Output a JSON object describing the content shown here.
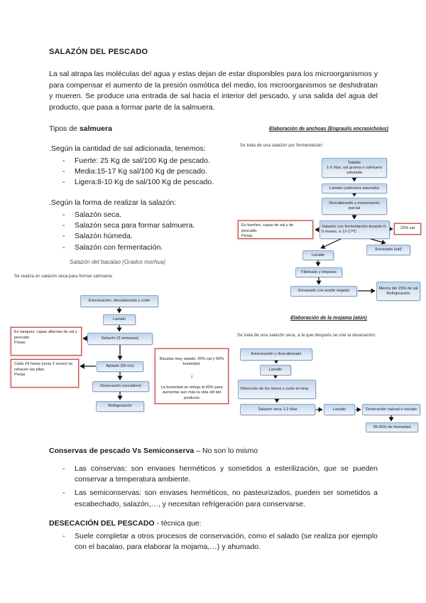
{
  "colors": {
    "flow_box_border": "#8aa8cc",
    "flow_box_fill_top": "#c2d4ea",
    "flow_box_fill_bottom": "#eef3fa",
    "callout_border_red": "#bf4b47",
    "text": "#1c1c1c"
  },
  "doc": {
    "title": "SALAZÓN DEL PESCADO",
    "intro": "La sal atrapa las moléculas del agua y estas dejan de estar disponibles para los microorganismos y para compensar el aumento de la presión osmótica del medio, los microorganismos se deshidratan y mueren. Se produce una entrada de sal hacia el interior del pescado, y una salida del agua del producto, que pasa a formar parte de la salmuera.",
    "tipos_heading_prefix": "Tipos de ",
    "tipos_heading_bold": "salmuera",
    "list_cantidad_intro": ".Según la cantidad de sal adicionada, tenemos:",
    "list_cantidad": [
      "Fuerte: 25 Kg de sal/100 Kg de pescado.",
      "Media:15-17 Kg  sal/100 Kg de pescado.",
      "Ligera:8-10 Kg de sal/100 Kg de pescado."
    ],
    "list_forma_intro": ".Según la forma de realizar la salazón:",
    "list_forma": [
      "Salazón seca.",
      "Salazón seca para formar salmuera.",
      "Salazón húmeda.",
      "Salazón con fermentación."
    ],
    "conservas_heading_bold": "Conservas de pescado Vs Semiconserva",
    "conservas_heading_rest": " – No son lo mismo",
    "conservas_items": [
      "Las conservas: son envases herméticos y sometidos a esterilización, que se pueden conservar a temperatura ambiente.",
      "Las semiconservas: son envases herméticos, no pasteurizados, pueden ser sometidos a escabechado, salazón,…, y necesitan refrigeración para conservarse."
    ],
    "desecacion_heading_bold": "DESECACIÓN DEL PESCADO",
    "desecacion_heading_rest": " - técnica que:",
    "desecacion_items": [
      "Suele completar a otros procesos de conservación, como el salado (se realiza por ejemplo con el bacalao, para elaborar la mojama,…) y ahumado."
    ]
  },
  "diagram_anchoas": {
    "title": "Elaboración de anchoas (Engraulis encrasicholus)",
    "subtitle": "Se trata de una salazón por fermentación:",
    "steps": {
      "salado": "Salado\n1-2 días, sal gruesa o salmuera saturada",
      "lavado1": "Lavado (salmuera saturada)",
      "descabezado": "Descabezado y evisceración parcial",
      "fermentacion": "Salazón con fermentación durante 6-9 meses, a 12-17ºC",
      "lavado2": "Lavado",
      "envasado_sal": "Envasado (sal)",
      "fileteado": "Fileteado y limpieza",
      "envasado_aceite": "Envasado con aceite vegetal",
      "menos_sal": "Menos del 15% de sal\nRefrigeración"
    },
    "callouts": {
      "barriles": "En barriles, capas de sal y de pescado.\nPesas",
      "sal22": "22% sal"
    }
  },
  "diagram_bacalao": {
    "title": "Salazón del bacalao (Grados morhua)",
    "subtitle": "Se realiza en salazón seca para formar salmuera:",
    "steps": {
      "evisceracion": "Evisceración, descabezado y corte",
      "lavado": "Lavado",
      "salazon": "Salazón (3 semanas)",
      "apilado": "Apilado (50 cm)",
      "desecacion": "Desecación (secadero)",
      "refrigeracion": "Refrigeración"
    },
    "callouts": {
      "tanques": "En tanques: capas alternas de sal y pescado.\nPesas",
      "rehacer": "Cada 24 horas (unas 3 veces) se rehacen las pilas.\nPesas",
      "salado_top": "Bacalao muy salado: 20% sal y 50% humedad.",
      "salado_bottom": "La humedad se rebaja al 40% para aumentar aun más la vida útil del producto"
    }
  },
  "diagram_mojama": {
    "title": "Elaboración de la mojama (atún)",
    "subtitle": "Se trata de una salazón seca, a la que después se une la desecación:",
    "steps": {
      "evisceracion": "Evisceración y descabezado",
      "lavado1": "Lavado",
      "lomos": "Obtención de los lomos y corte en tiras",
      "salazon": "Salazón seca 1-2 días",
      "lavado2": "Lavado",
      "desecacion": "Desecación natural o secado",
      "humedad": "35-45% de Humedad"
    }
  }
}
